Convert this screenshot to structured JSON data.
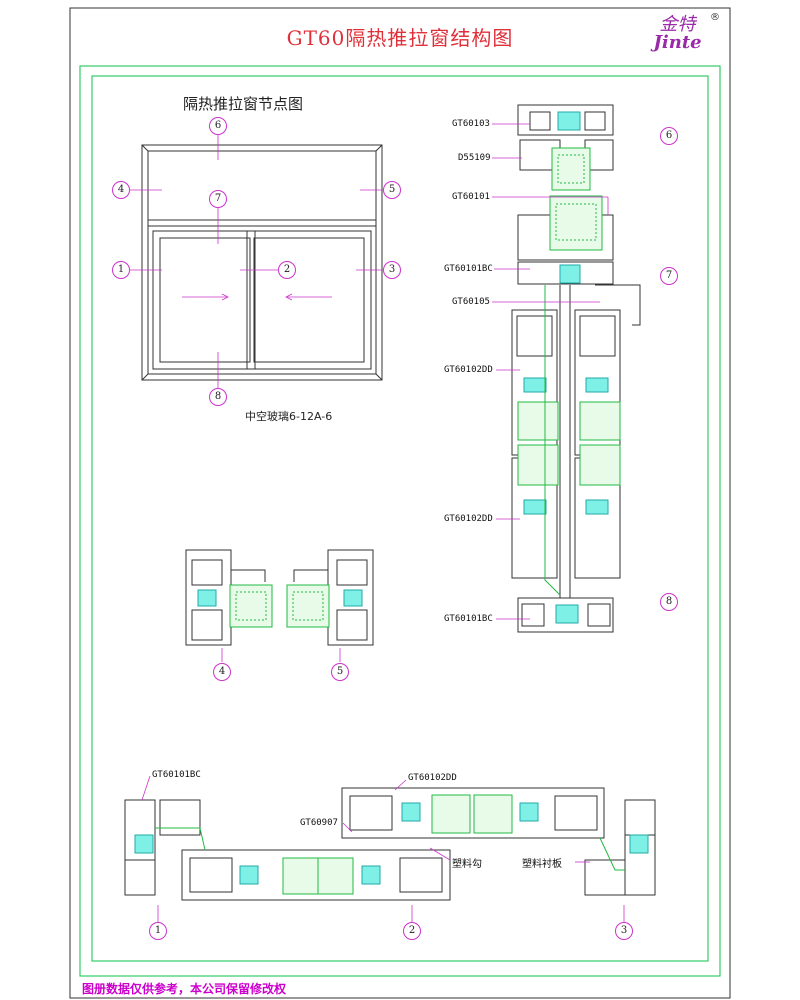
{
  "header": {
    "title": "GT60隔热推拉窗结构图"
  },
  "logo": {
    "text_cn": "金特",
    "text_en": "Jinte",
    "mark": "®"
  },
  "elevation": {
    "title": "隔热推拉窗节点图",
    "glass_spec": "中空玻璃6-12A-6",
    "node_markers": [
      "1",
      "2",
      "3",
      "4",
      "5",
      "6",
      "7",
      "8"
    ]
  },
  "vertical_section": {
    "part_labels": [
      "GT60103",
      "D55109",
      "GT60101",
      "GT60101BC",
      "GT60105",
      "GT60102DD",
      "GT60102DD",
      "GT60101BC"
    ],
    "node_markers": [
      "6",
      "7",
      "8"
    ]
  },
  "horizontal_detail_45": {
    "node_markers": [
      "4",
      "5"
    ]
  },
  "horizontal_section": {
    "part_labels": [
      "GT60101BC",
      "GT60102DD",
      "GT60907"
    ],
    "notes": [
      "塑料勾",
      "塑料衬板"
    ],
    "node_markers": [
      "1",
      "2",
      "3"
    ]
  },
  "footer": {
    "note": "图册数据仅供参考，本公司保留修改权"
  },
  "colors": {
    "frame_border": "#33cc66",
    "title": "#e0303a",
    "accent": "#cc00cc",
    "thermal_break": "#33e0d0",
    "glass": "#22bb44",
    "leader": "#cc33cc"
  }
}
